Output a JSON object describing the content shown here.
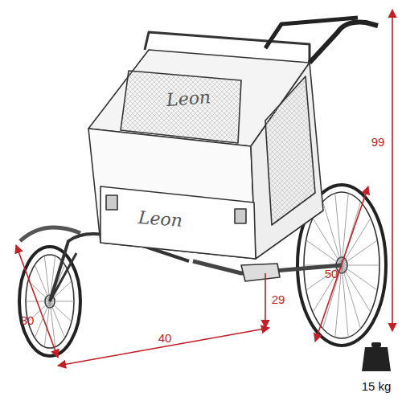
{
  "diagram": {
    "labels": [
      "Leon",
      "Leon",
      "99",
      "50",
      "29",
      "30",
      "40",
      "15 kg"
    ]
  }
}
